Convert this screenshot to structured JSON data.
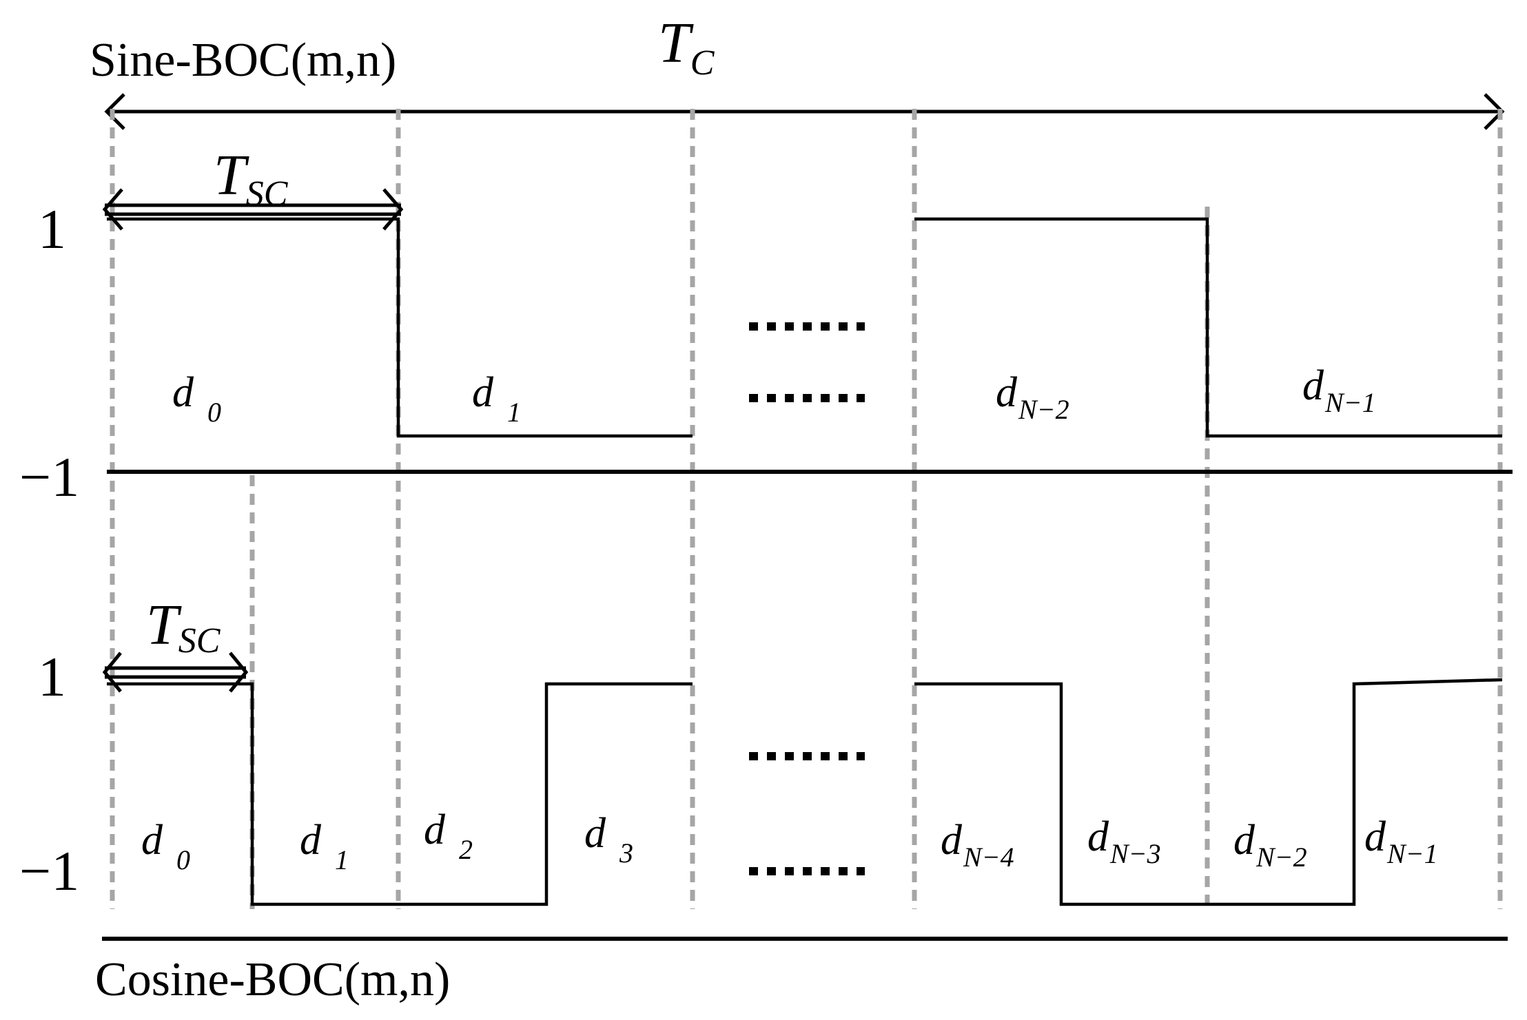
{
  "sine": {
    "title": "Sine-BOC(m,n)",
    "level_high": "1",
    "level_low": "−1",
    "segments": [
      {
        "base": "d",
        "sub": "0"
      },
      {
        "base": "d",
        "sub": "1"
      },
      {
        "base": "d",
        "sub": "N−2"
      },
      {
        "base": "d",
        "sub": "N−1"
      }
    ],
    "ellipsis": "......"
  },
  "cosine": {
    "title": "Cosine-BOC(m,n)",
    "level_high": "1",
    "level_low": "−1",
    "segments": [
      {
        "base": "d",
        "sub": "0"
      },
      {
        "base": "d",
        "sub": "1"
      },
      {
        "base": "d",
        "sub": "2"
      },
      {
        "base": "d",
        "sub": "3"
      },
      {
        "base": "d",
        "sub": "N−4"
      },
      {
        "base": "d",
        "sub": "N−3"
      },
      {
        "base": "d",
        "sub": "N−2"
      },
      {
        "base": "d",
        "sub": "N−1"
      }
    ],
    "ellipsis": "......"
  },
  "chip_period": {
    "base": "T",
    "sub": "C"
  },
  "subchip_period_sine": {
    "base": "T",
    "sub": "SC"
  },
  "subchip_period_cosine": {
    "base": "T",
    "sub": "SC"
  },
  "colors": {
    "waveform": "#000000",
    "gridlines": "#a6a6a6",
    "background": "#ffffff"
  }
}
